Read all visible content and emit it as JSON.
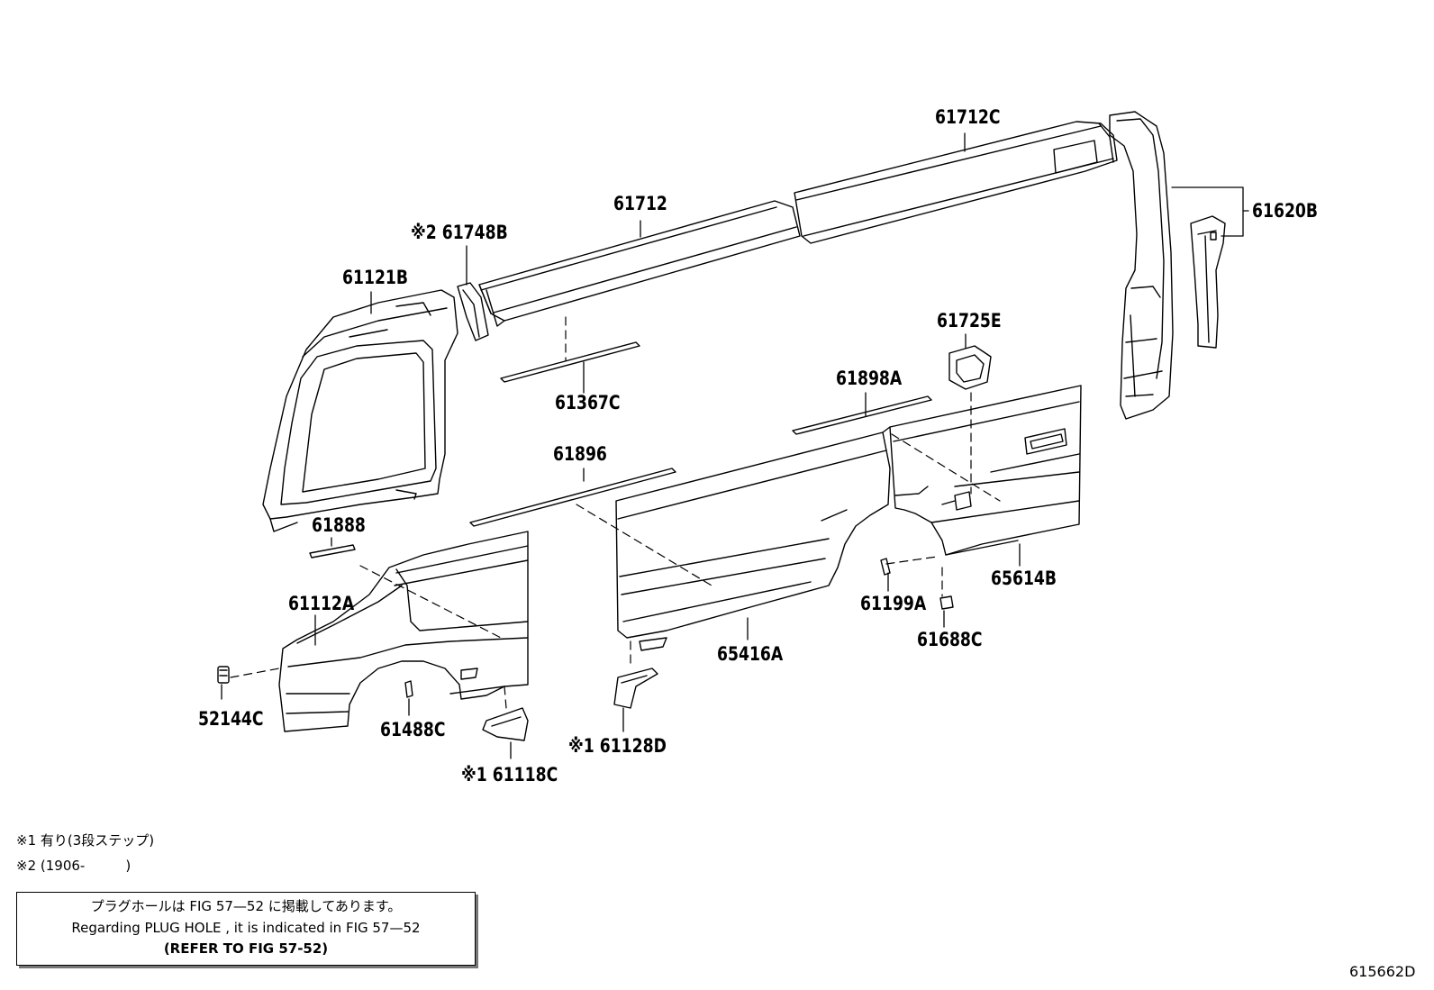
{
  "labels": {
    "p61712C": "61712C",
    "p61712": "61712",
    "p61620B": "61620B",
    "p61748B": "※2 61748B",
    "p61121B": "61121B",
    "p61725E": "61725E",
    "p61898A": "61898A",
    "p61367C": "61367C",
    "p61896": "61896",
    "p61888": "61888",
    "p61112A": "61112A",
    "p65614B": "65614B",
    "p61199A": "61199A",
    "p65416A": "65416A",
    "p61688C": "61688C",
    "p52144C": "52144C",
    "p61488C": "61488C",
    "p61128D": "※1 61128D",
    "p61118C": "※1 61118C"
  },
  "notes": {
    "note1": "※1 有り(3段ステップ)",
    "note2": "※2 (1906-　　　)"
  },
  "notice": {
    "line1": "プラグホールは FIG 57—52 に掲載してあります。",
    "line2": "Regarding PLUG HOLE , it is indicated in FIG 57—52",
    "line3": "(REFER TO FIG 57-52)"
  },
  "figure_id": "615662D"
}
